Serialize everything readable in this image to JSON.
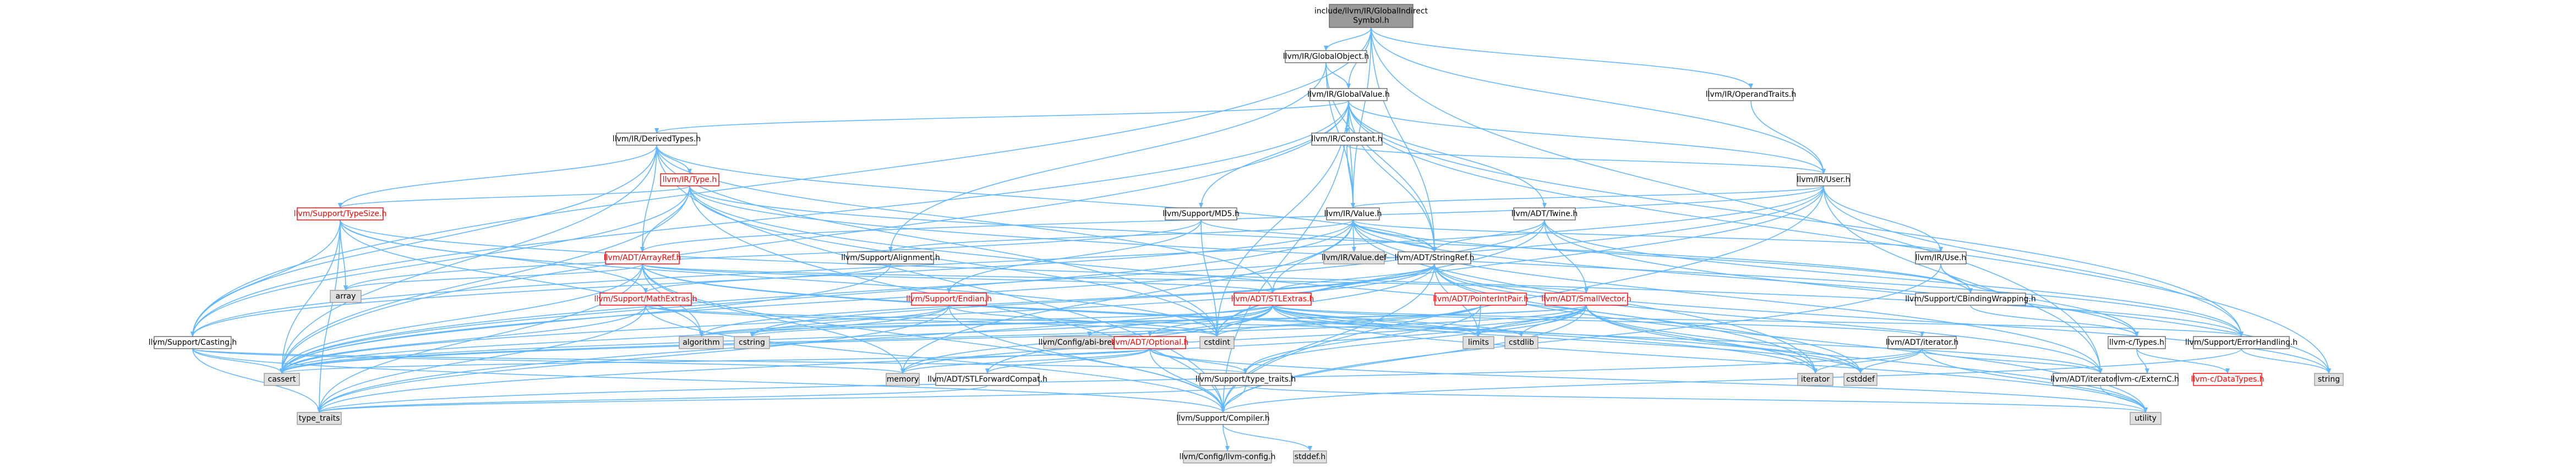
{
  "colors": {
    "root_fill": "#999999",
    "file_fill": "#ffffff",
    "file_border": "#666666",
    "truncated_border": "#ff0000",
    "system_fill": "#e0e0e0",
    "system_border": "#999999",
    "edge": "#63b8ff",
    "text": "#000000",
    "truncated_text": "#ff0000"
  },
  "nodes": {
    "root": {
      "lines": [
        "include/llvm/IR/GlobalIndirect",
        "Symbol.h"
      ],
      "kind": "root"
    },
    "globalobject": {
      "lines": [
        "llvm/IR/GlobalObject.h"
      ],
      "kind": "file"
    },
    "operandtraits": {
      "lines": [
        "llvm/IR/OperandTraits.h"
      ],
      "kind": "file"
    },
    "globalvalue": {
      "lines": [
        "llvm/IR/GlobalValue.h"
      ],
      "kind": "file"
    },
    "derivedtypes": {
      "lines": [
        "llvm/IR/DerivedTypes.h"
      ],
      "kind": "file"
    },
    "constant": {
      "lines": [
        "llvm/IR/Constant.h"
      ],
      "kind": "file"
    },
    "irtype": {
      "lines": [
        "llvm/IR/Type.h"
      ],
      "kind": "truncated"
    },
    "user": {
      "lines": [
        "llvm/IR/User.h"
      ],
      "kind": "file"
    },
    "typesize": {
      "lines": [
        "llvm/Support/TypeSize.h"
      ],
      "kind": "truncated"
    },
    "md5": {
      "lines": [
        "llvm/Support/MD5.h"
      ],
      "kind": "file"
    },
    "twine": {
      "lines": [
        "llvm/ADT/Twine.h"
      ],
      "kind": "file"
    },
    "irvalue": {
      "lines": [
        "llvm/IR/Value.h"
      ],
      "kind": "file"
    },
    "arrayref": {
      "lines": [
        "llvm/ADT/ArrayRef.h"
      ],
      "kind": "truncated"
    },
    "alignment": {
      "lines": [
        "llvm/Support/Alignment.h"
      ],
      "kind": "file"
    },
    "valuedef": {
      "lines": [
        "llvm/IR/Value.def"
      ],
      "kind": "system"
    },
    "stringref": {
      "lines": [
        "llvm/ADT/StringRef.h"
      ],
      "kind": "file"
    },
    "iruse": {
      "lines": [
        "llvm/IR/Use.h"
      ],
      "kind": "file"
    },
    "array": {
      "lines": [
        "array"
      ],
      "kind": "system"
    },
    "mathextras": {
      "lines": [
        "llvm/Support/MathExtras.h"
      ],
      "kind": "truncated"
    },
    "endian": {
      "lines": [
        "llvm/Support/Endian.h"
      ],
      "kind": "truncated"
    },
    "stlextras": {
      "lines": [
        "llvm/ADT/STLExtras.h"
      ],
      "kind": "truncated"
    },
    "pointerintpair": {
      "lines": [
        "llvm/ADT/PointerIntPair.h"
      ],
      "kind": "truncated"
    },
    "smallvector": {
      "lines": [
        "llvm/ADT/SmallVector.h"
      ],
      "kind": "truncated"
    },
    "cbinding": {
      "lines": [
        "llvm/Support/CBindingWrapping.h"
      ],
      "kind": "file"
    },
    "casting": {
      "lines": [
        "llvm/Support/Casting.h"
      ],
      "kind": "file"
    },
    "algorithm": {
      "lines": [
        "algorithm"
      ],
      "kind": "system"
    },
    "cstring": {
      "lines": [
        "cstring"
      ],
      "kind": "system"
    },
    "databreaking": {
      "lines": [
        "llvm/Config/abi-breaking.h"
      ],
      "kind": "system"
    },
    "optional": {
      "lines": [
        "llvm/ADT/Optional.h"
      ],
      "kind": "truncated"
    },
    "cstdint": {
      "lines": [
        "cstdint"
      ],
      "kind": "system"
    },
    "limits": {
      "lines": [
        "limits"
      ],
      "kind": "system"
    },
    "cstdlib": {
      "lines": [
        "cstdlib"
      ],
      "kind": "system"
    },
    "iterator": {
      "lines": [
        "llvm/ADT/iterator.h"
      ],
      "kind": "file"
    },
    "ctypes": {
      "lines": [
        "llvm-c/Types.h"
      ],
      "kind": "file"
    },
    "errorhandling": {
      "lines": [
        "llvm/Support/ErrorHandling.h"
      ],
      "kind": "file"
    },
    "cassert": {
      "lines": [
        "cassert"
      ],
      "kind": "system"
    },
    "memory": {
      "lines": [
        "memory"
      ],
      "kind": "system"
    },
    "stlforwardcompat": {
      "lines": [
        "llvm/ADT/STLForwardCompat.h"
      ],
      "kind": "file"
    },
    "typetraits_support": {
      "lines": [
        "llvm/Support/type_traits.h"
      ],
      "kind": "file"
    },
    "iterator_h": {
      "lines": [
        "iterator"
      ],
      "kind": "system"
    },
    "cstddef": {
      "lines": [
        "cstddef"
      ],
      "kind": "system"
    },
    "iteratorrange": {
      "lines": [
        "llvm/ADT/iterator_range.h"
      ],
      "kind": "file"
    },
    "externc": {
      "lines": [
        "llvm-c/ExternC.h"
      ],
      "kind": "file"
    },
    "datatypes": {
      "lines": [
        "llvm-c/DataTypes.h"
      ],
      "kind": "truncated"
    },
    "string": {
      "lines": [
        "string"
      ],
      "kind": "system"
    },
    "type_traits": {
      "lines": [
        "type_traits"
      ],
      "kind": "system"
    },
    "compiler": {
      "lines": [
        "llvm/Support/Compiler.h"
      ],
      "kind": "file"
    },
    "utility": {
      "lines": [
        "utility"
      ],
      "kind": "system"
    },
    "llvmconfig": {
      "lines": [
        "llvm/Config/llvm-config.h"
      ],
      "kind": "system"
    },
    "stddef": {
      "lines": [
        "stddef.h"
      ],
      "kind": "system"
    }
  }
}
